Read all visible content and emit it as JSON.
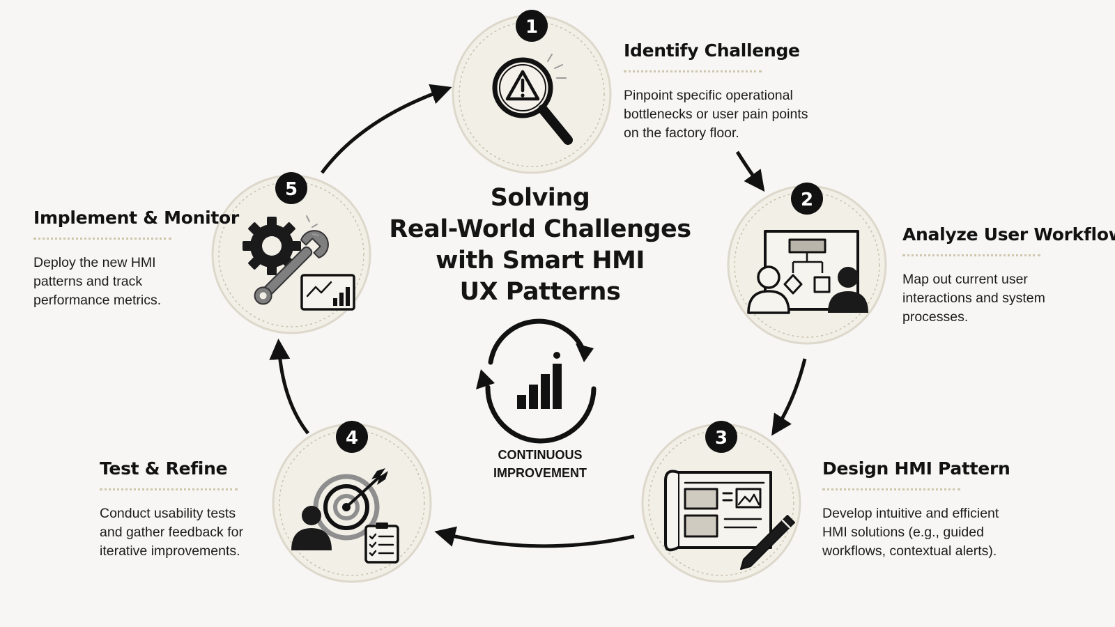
{
  "title_lines": [
    "Solving",
    "Real-World Challenges",
    "with Smart HMI",
    "UX Patterns"
  ],
  "center_label_lines": [
    "CONTINUOUS",
    "IMPROVEMENT"
  ],
  "colors": {
    "background": "#f7f6f4",
    "circle_fill": "#f2efe7",
    "circle_ring": "#ddd8cb",
    "rule": "#cfc6ad",
    "ink": "#111111",
    "badge": "#111111"
  },
  "steps": [
    {
      "number": "1",
      "title": "Identify Challenge",
      "description_lines": [
        "Pinpoint specific operational",
        "bottlenecks or user pain points",
        "on the factory floor."
      ],
      "icon": "magnifier-warning-icon"
    },
    {
      "number": "2",
      "title": "Analyze User Workflow",
      "description_lines": [
        "Map out current user",
        "interactions and system",
        "processes."
      ],
      "icon": "workflow-board-icon"
    },
    {
      "number": "3",
      "title": "Design HMI Pattern",
      "description_lines": [
        "Develop intuitive and efficient",
        "HMI solutions (e.g., guided",
        "workflows, contextual alerts)."
      ],
      "icon": "blueprint-pencil-icon"
    },
    {
      "number": "4",
      "title": "Test & Refine",
      "description_lines": [
        "Conduct usability tests",
        "and gather feedback for",
        "iterative improvements."
      ],
      "icon": "target-checklist-icon"
    },
    {
      "number": "5",
      "title": "Implement & Monitor",
      "description_lines": [
        "Deploy the new HMI",
        "patterns and track",
        "performance metrics."
      ],
      "icon": "gear-wrench-chart-icon"
    }
  ]
}
